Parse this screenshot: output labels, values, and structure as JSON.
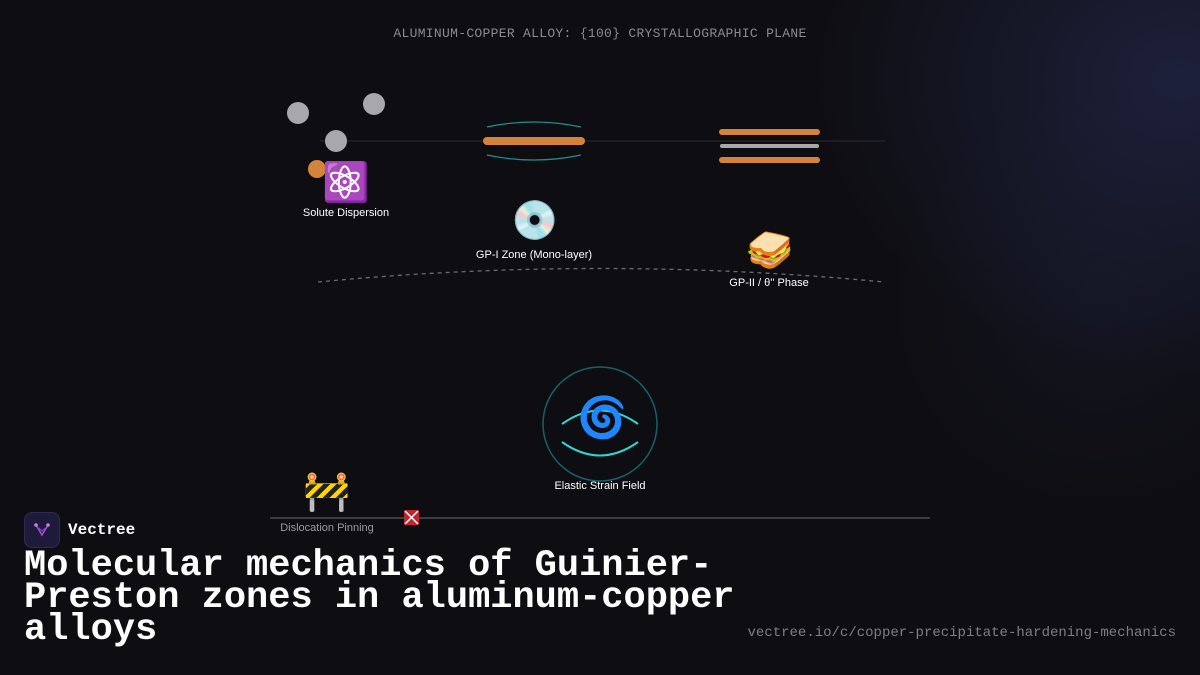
{
  "diagram": {
    "title": "ALUMINUM-COPPER ALLOY: {100} CRYSTALLOGRAPHIC PLANE",
    "stages": [
      {
        "label": "Solute Dispersion",
        "icon": "atom-icon",
        "emoji": "⚛️"
      },
      {
        "label": "GP-I Zone (Mono-layer)",
        "icon": "disc-icon",
        "emoji": "💿"
      },
      {
        "label": "GP-II / θ'' Phase",
        "icon": "sandwich-icon",
        "emoji": "🥪"
      }
    ],
    "strain": {
      "label": "Elastic Strain Field",
      "icon": "cyclone-icon",
      "emoji": "🌀"
    },
    "pinning": {
      "label": "Dislocation Pinning",
      "icon": "barrier-icon",
      "emoji": "🚧"
    },
    "colors": {
      "copper": "#d4843a",
      "aluminum": "#a8a8ac",
      "strain": "#2fd6d6",
      "pin_marker": "#c0262d"
    }
  },
  "brand": {
    "name": "Vectree",
    "logo_icon": "vectree-logo-icon"
  },
  "headline": "Molecular mechanics of Guinier-Preston zones in aluminum-copper alloys",
  "url": "vectree.io/c/copper-precipitate-hardening-mechanics"
}
